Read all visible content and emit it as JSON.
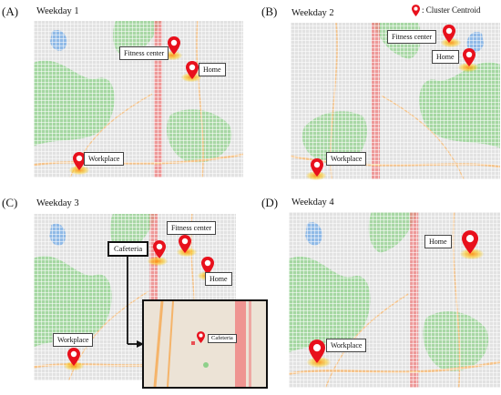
{
  "legend": {
    "text": ": Cluster Centroid",
    "icon": "map-pin-icon",
    "pin_color": "#e8101c"
  },
  "panels": [
    {
      "letter": "(A)",
      "title": "Weekday 1",
      "labels": {
        "fitness": "Fitness center",
        "home": "Home",
        "workplace": "Workplace"
      }
    },
    {
      "letter": "(B)",
      "title": "Weekday 2",
      "labels": {
        "fitness": "Fitness center",
        "home": "Home",
        "workplace": "Workplace"
      }
    },
    {
      "letter": "(C)",
      "title": "Weekday 3",
      "labels": {
        "fitness": "Fitness center",
        "home": "Home",
        "workplace": "Workplace",
        "cafeteria": "Cafeteria",
        "cafeteria_inset": "Cafeteria"
      }
    },
    {
      "letter": "(D)",
      "title": "Weekday 4",
      "labels": {
        "home": "Home",
        "workplace": "Workplace"
      }
    }
  ],
  "colors": {
    "map_base": "#dedede",
    "green_area": "#8ed08a",
    "water": "#8fb9e6",
    "highway": "#f08080",
    "road": "#f5c38a"
  }
}
